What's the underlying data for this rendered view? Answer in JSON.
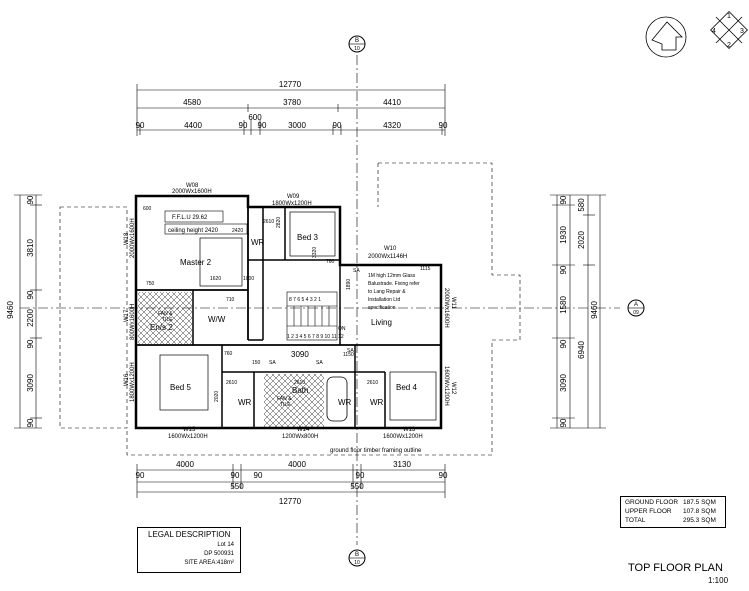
{
  "dims": {
    "top_overall": "12770",
    "top_row1": [
      "4580",
      "3780",
      "4410"
    ],
    "top_600": "600",
    "top_row2": [
      "90",
      "4400",
      "90",
      "90",
      "3000",
      "90",
      "4320",
      "90"
    ],
    "bottom_row1": [
      "4000",
      "90",
      "4000",
      "90",
      "3130"
    ],
    "bottom_row2": [
      "90",
      "550",
      "90",
      "550",
      "90"
    ],
    "bottom_overall": "12770",
    "left_overall": "9460",
    "left_vals": [
      "90",
      "3810",
      "90",
      "2200",
      "90",
      "3090",
      "90"
    ],
    "right_overall": "9460",
    "right_vals": [
      "90",
      "1930",
      "90",
      "1580",
      "90",
      "3090",
      "90"
    ],
    "right_outer": [
      "580",
      "2020",
      "6940"
    ],
    "inner": {
      "d600": "600",
      "d2610a": "2610",
      "d2820": "2820",
      "d3320": "3320",
      "d760a": "760",
      "d1000": "1000",
      "d1620": "1620",
      "d750": "750",
      "d710": "710",
      "d1890": "1890",
      "d1115": "1115",
      "d3090": "3090",
      "d760b": "760",
      "d1150": "1150",
      "d150": "150",
      "d2610b": "2610",
      "d2610c": "2610",
      "d2610d": "2610",
      "d2020": "2020",
      "d2420": "2420",
      "stair_nums": "8 7 6 5 4 3 2 1",
      "stair_bottom": "1 2 3 4 5 6 7 8 9 10 11 12"
    }
  },
  "windows": {
    "w08": "W08",
    "w08_size": "2000Wx1600H",
    "w09": "W09",
    "w09_size": "1800Wx1200H",
    "w10": "W10",
    "w10_size": "2000Wx1146H",
    "w11": "W11",
    "w11_size": "2000Wx1600H",
    "w12": "W12",
    "w12_size": "1600Wx1200H",
    "w13": "W13",
    "w13_size": "1600Wx1200H",
    "w14": "W14",
    "w14_size": "1200Wx800H",
    "w15": "W15",
    "w15_size": "1600Wx1200H",
    "w16": "W16",
    "w16_size": "1800Wx1200H",
    "w17": "W17",
    "w17_size": "800Wx1600H",
    "w18": "W18",
    "w18_size": "2000Wx1600H"
  },
  "rooms": {
    "master": "Master 2",
    "ffl": "F.F.L.U  29.62",
    "ceiling": "ceiling height 2420",
    "ens": "En/s 2",
    "ww": "W/W",
    "wr1": "WR",
    "wr2": "WR",
    "wr3": "WR",
    "wr4": "WR",
    "bed3": "Bed 3",
    "bed4": "Bed 4",
    "bed5": "Bed 5",
    "bath": "Bath",
    "living": "Living",
    "fan1": "FAN &",
    "tile1": "TILE",
    "fan2": "FAN &",
    "tile2": "TILE",
    "sa1": "SA",
    "sa2": "SA",
    "sa3": "SA",
    "sa4": "SA",
    "on": "ON",
    "glass": [
      "1M high 12mm Glass",
      "Balustrade.  Fixing refer",
      "to Lang Repair &",
      "Installation Ltd",
      "specification."
    ],
    "ground_outline": "ground floor timber framing outline"
  },
  "markers": {
    "top_letter": "B",
    "top_ref": "10",
    "bottom_letter": "B",
    "bottom_ref": "10",
    "right_letter": "A",
    "right_ref": "09",
    "compass": [
      "1",
      "2",
      "3",
      "4"
    ]
  },
  "legal": {
    "title": "LEGAL DESCRIPTION",
    "lot": "Lot 14",
    "dp": "DP 500931",
    "site_area": "SITE AREA:418m²"
  },
  "areas": [
    {
      "label": "GROUND FLOOR",
      "value": "187.5 SQM"
    },
    {
      "label": "UPPER FLOOR",
      "value": "107.8 SQM"
    },
    {
      "label": "TOTAL",
      "value": "295.3 SQM"
    }
  ],
  "plan_title": "TOP FLOOR PLAN",
  "scale": "1:100"
}
